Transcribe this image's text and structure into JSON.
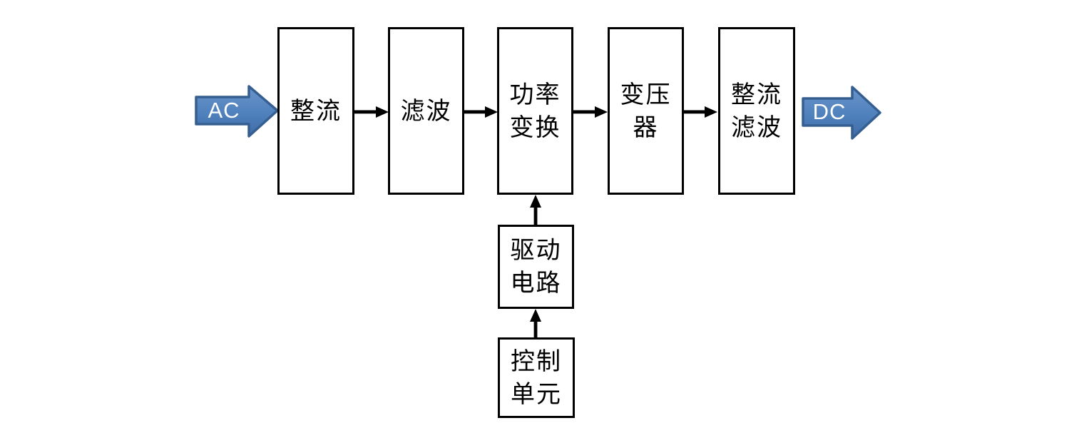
{
  "diagram": {
    "io": {
      "input_label": "AC",
      "output_label": "DC"
    },
    "blocks": {
      "rectifier": {
        "name": "整流",
        "lines": [
          "整流"
        ]
      },
      "filter": {
        "name": "滤波",
        "lines": [
          "滤波"
        ]
      },
      "power_conversion": {
        "name": "功率变换",
        "lines": [
          "功率",
          "变换"
        ]
      },
      "transformer": {
        "name": "变压器",
        "lines": [
          "变压",
          "器"
        ]
      },
      "rectifier_filter": {
        "name": "整流滤波",
        "lines": [
          "整流",
          "滤波"
        ]
      },
      "drive_circuit": {
        "name": "驱动电路",
        "lines": [
          "驱动",
          "电路"
        ]
      },
      "control_unit": {
        "name": "控制单元",
        "lines": [
          "控制",
          "单元"
        ]
      }
    },
    "colors": {
      "background": "#ffffff",
      "box_border": "#000000",
      "box_fill": "#ffffff",
      "text": "#000000",
      "flow_arrow": "#000000",
      "io_arrow_fill": "#4f81bd",
      "io_arrow_fill_light": "#6b94c9",
      "io_arrow_fill_dark": "#3f6ba5",
      "io_arrow_border": "#365f91",
      "io_arrow_text": "#ffffff"
    }
  }
}
